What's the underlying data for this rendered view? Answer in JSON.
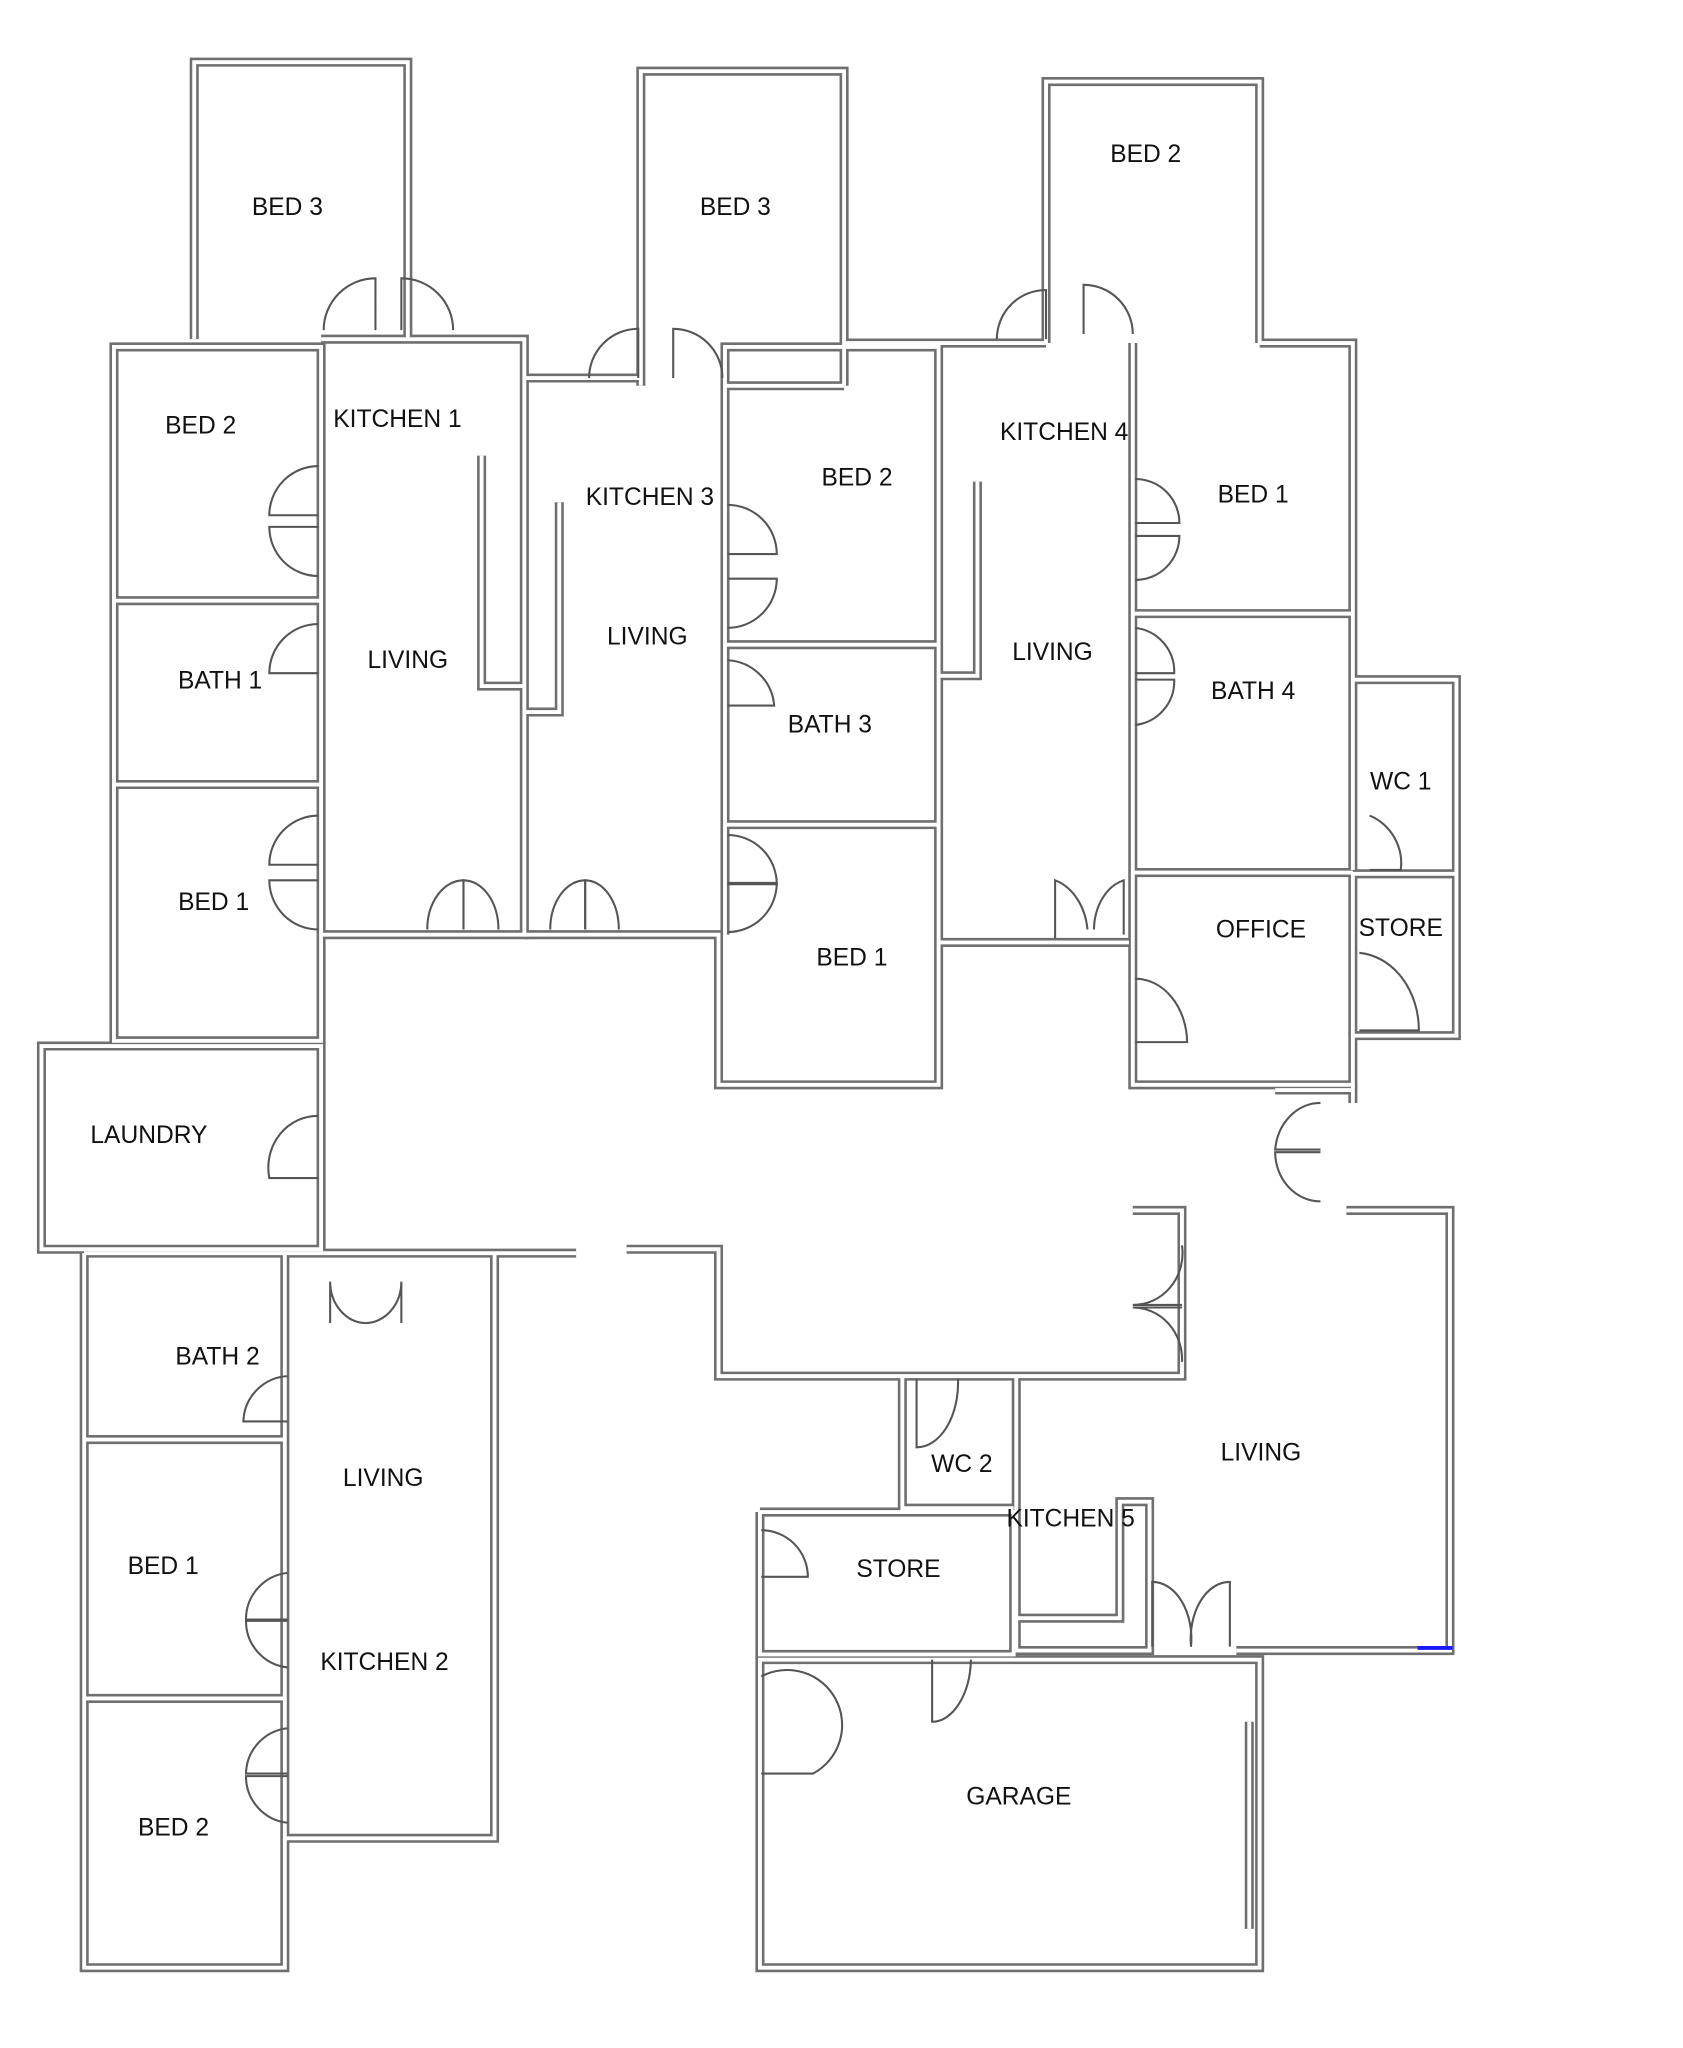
{
  "rooms": {
    "bed3_a": "BED 3",
    "kitchen1": "KITCHEN 1",
    "bed2_a": "BED 2",
    "living1": "LIVING",
    "bath1": "BATH 1",
    "bed1_a": "BED 1",
    "laundry": "LAUNDRY",
    "bed3_b": "BED 3",
    "kitchen3": "KITCHEN 3",
    "living3": "LIVING",
    "bed2_b": "BED 2",
    "bath3": "BATH 3",
    "bed1_b": "BED 1",
    "bed2_c": "BED 2",
    "kitchen4": "KITCHEN 4",
    "living4": "LIVING",
    "bed1_c": "BED 1",
    "bath4": "BATH 4",
    "wc1": "WC 1",
    "office": "OFFICE",
    "store1": "STORE",
    "bath2": "BATH 2",
    "living2": "LIVING",
    "bed1_d": "BED 1",
    "kitchen2": "KITCHEN 2",
    "bed2_d": "BED 2",
    "wc2": "WC 2",
    "kitchen5": "KITCHEN 5",
    "living5": "LIVING",
    "store2": "STORE",
    "garage": "GARAGE"
  },
  "colors": {
    "wall": "#6f6f6f",
    "accent_mark": "#1a1aff"
  }
}
